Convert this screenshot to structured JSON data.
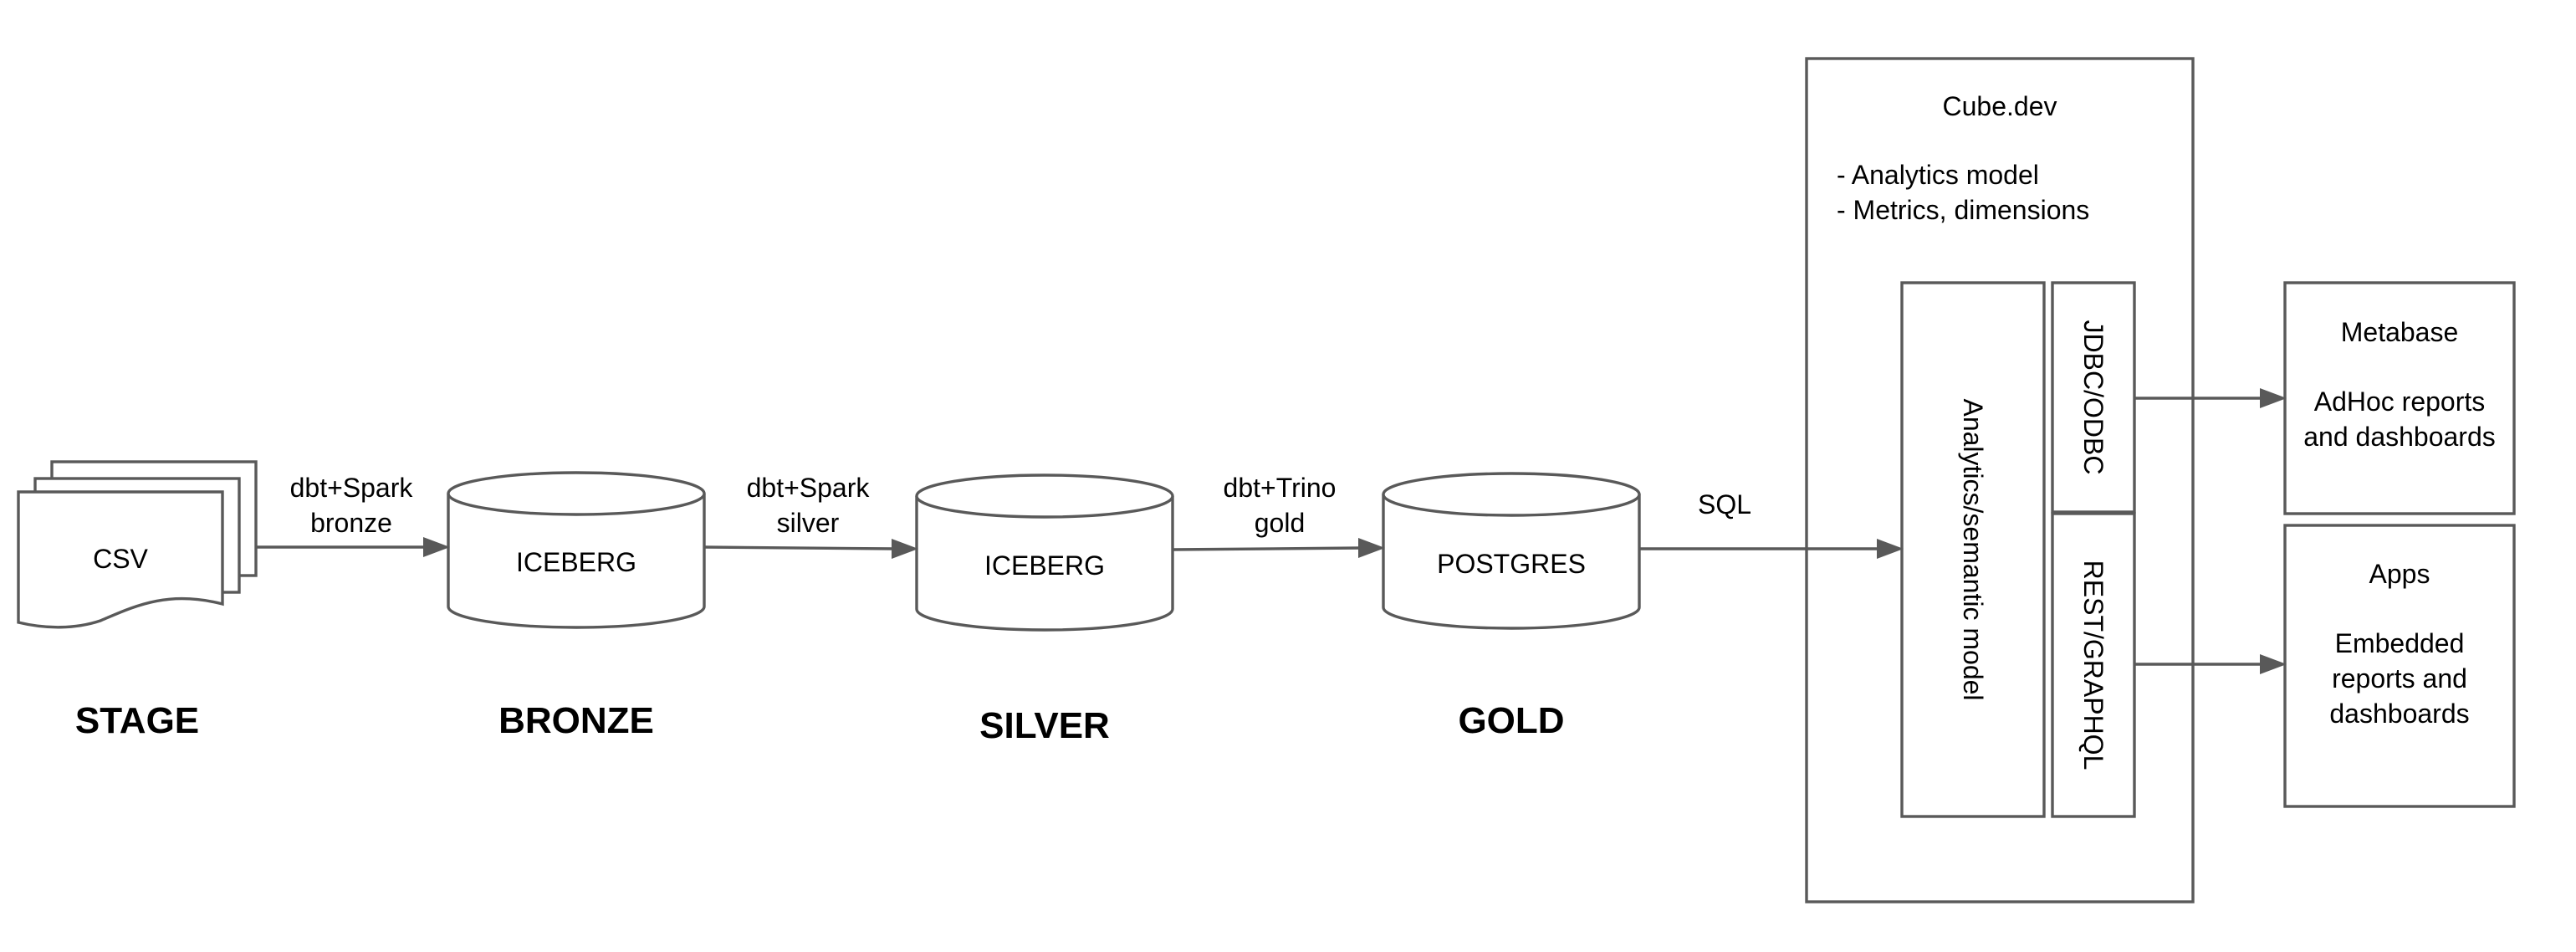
{
  "diagram": {
    "nodes": {
      "csv": "CSV",
      "iceberg_bronze": "ICEBERG",
      "iceberg_silver": "ICEBERG",
      "postgres": "POSTGRES",
      "cube_title": "Cube.dev",
      "cube_line1": "- Analytics model",
      "cube_line2": "- Metrics, dimensions",
      "semantic_model": "Analytics/semantic  model",
      "jdbc_odbc": "JDBC/ODBC",
      "rest_graphql": "REST/GRAPHQL",
      "metabase_title": "Metabase",
      "metabase_desc1": "AdHoc reports",
      "metabase_desc2": "and dashboards",
      "apps_title": "Apps",
      "apps_desc1": "Embedded",
      "apps_desc2": "reports and",
      "apps_desc3": "dashboards"
    },
    "edges": {
      "stage_to_bronze_1": "dbt+Spark",
      "stage_to_bronze_2": "bronze",
      "bronze_to_silver_1": "dbt+Spark",
      "bronze_to_silver_2": "silver",
      "silver_to_gold_1": "dbt+Trino",
      "silver_to_gold_2": "gold",
      "gold_to_cube": "SQL"
    },
    "stages": {
      "stage": "STAGE",
      "bronze": "BRONZE",
      "silver": "SILVER",
      "gold": "GOLD"
    }
  }
}
